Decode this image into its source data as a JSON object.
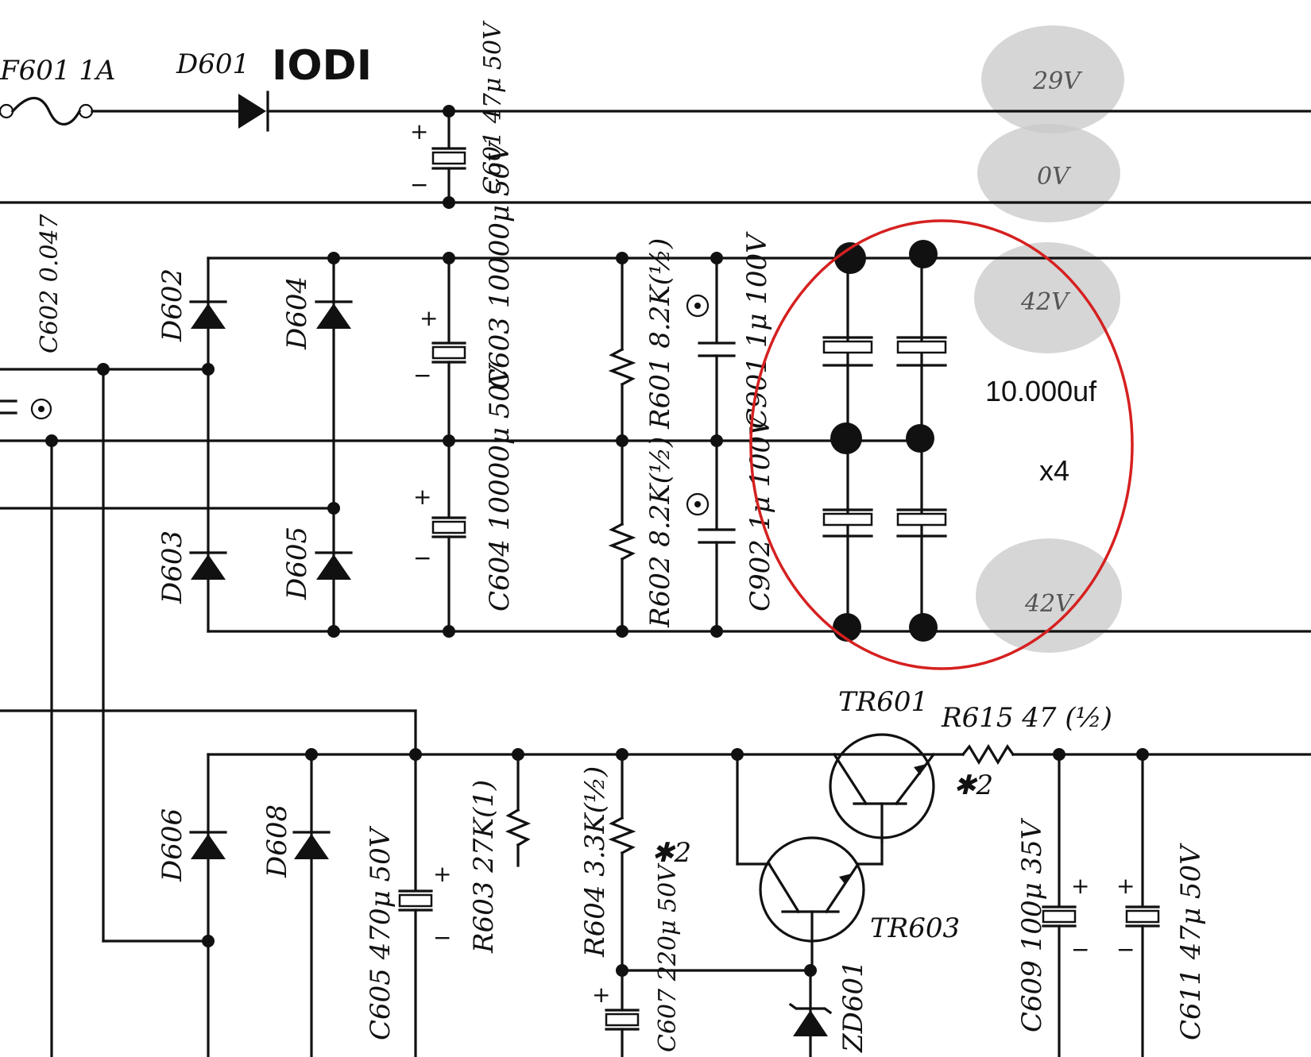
{
  "labels": {
    "f601": "F601 1A",
    "d601": "D601",
    "iodi": "IODI",
    "c601": "C601 47μ 50V",
    "c602": "C602 0.047",
    "d602": "D602",
    "d603": "D603",
    "d604": "D604",
    "d605": "D605",
    "c603": "C603 10000μ 50V",
    "c604": "C604 10000μ 50V",
    "r601": "R601 8.2K(½)",
    "r602": "R602 8.2K(½)",
    "c901": "C901 1μ 100V",
    "c902": "C902 1μ 100V",
    "d606": "D606",
    "d608": "D608",
    "c605": "C605 470μ 50V",
    "r603": "R603 27K(1)",
    "r604": "R604 3.3K(½)",
    "star2a": "✱2",
    "c607": "C607 220μ 50V",
    "zd601": "ZD601",
    "tr601": "TR601",
    "tr603": "TR603",
    "r615": "R615 47 (½)",
    "star2b": "✱2",
    "c609": "C609 100μ 35V",
    "c611": "C611 47μ 50V"
  },
  "rails": {
    "v1": "29V",
    "v2": "0V",
    "v3": "42V",
    "v4": "42V"
  },
  "annotation": {
    "capacitance": "10.000uf",
    "count": "x4",
    "color": "#d62020"
  }
}
